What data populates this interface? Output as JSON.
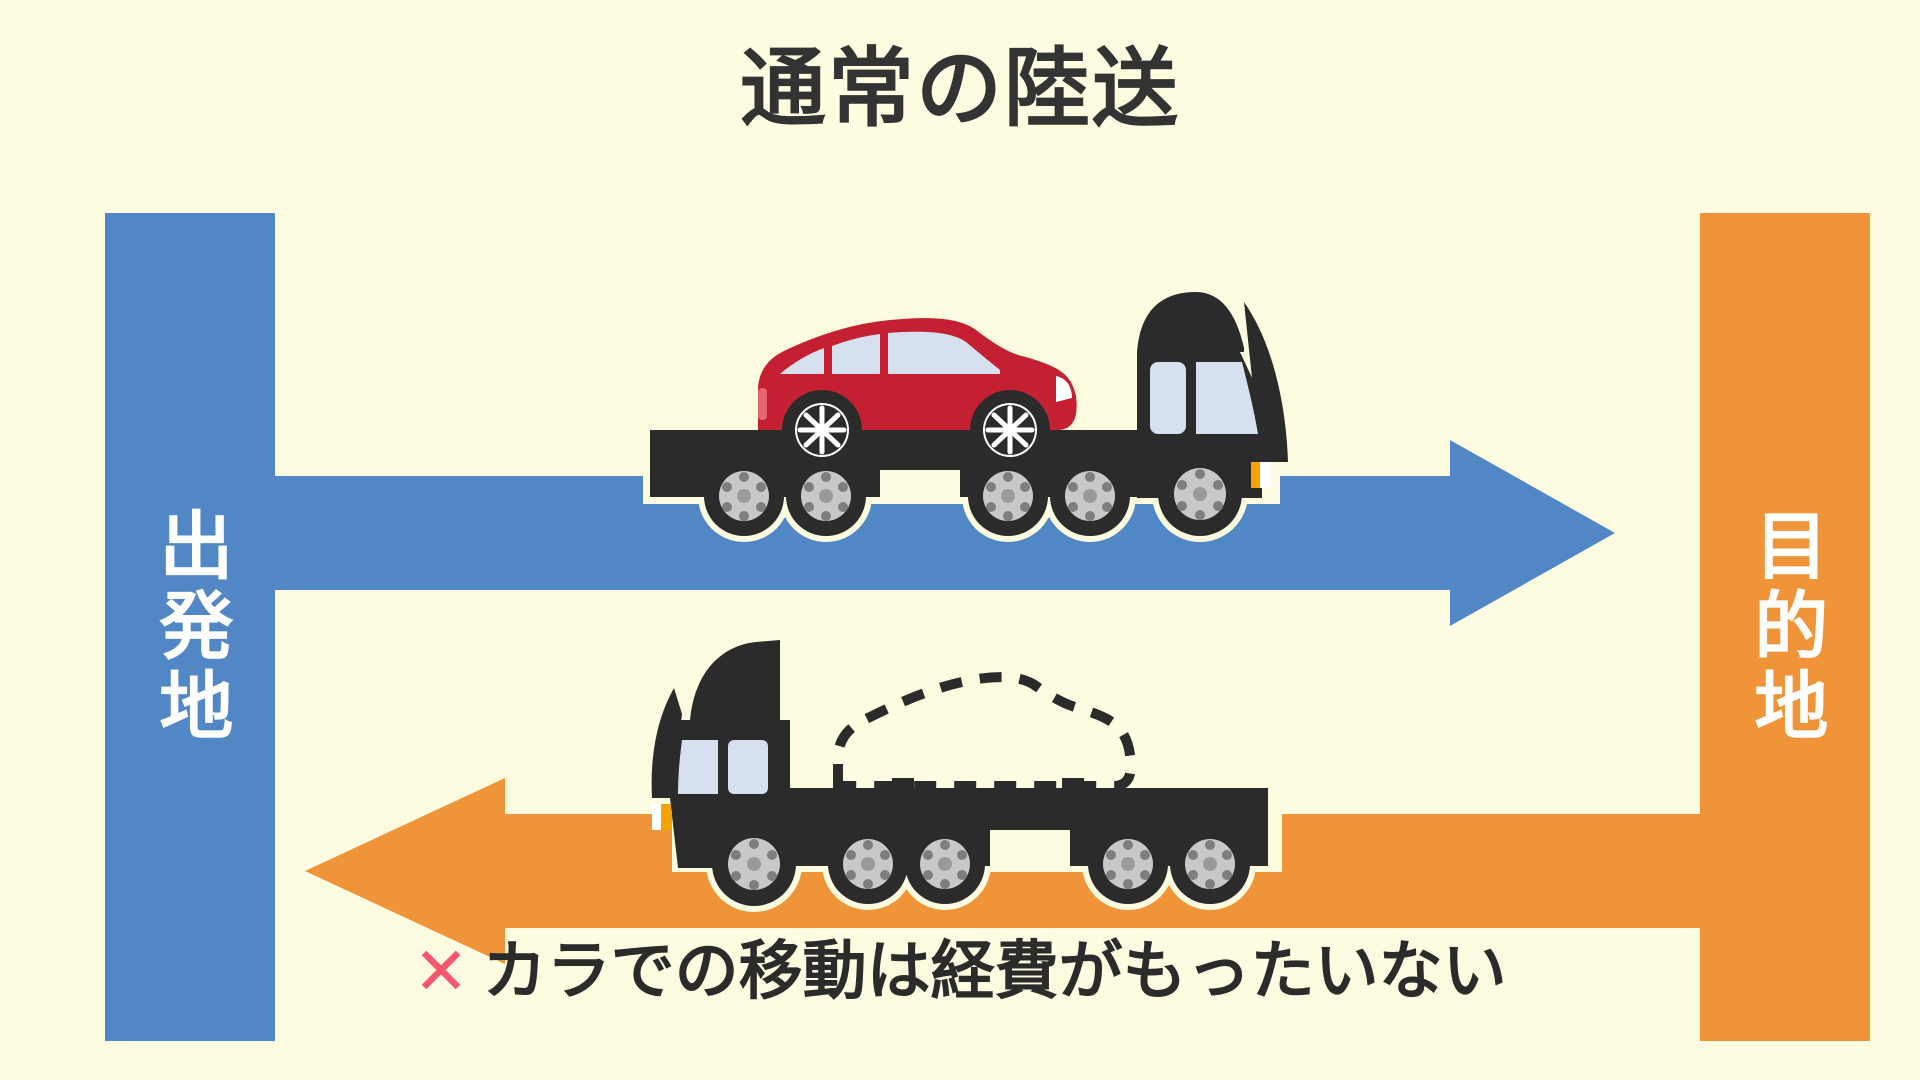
{
  "diagram": {
    "title": "通常の陸送",
    "background_color": "#FDFBE0",
    "text_color": "#333333"
  },
  "endpoints": {
    "origin": {
      "label": "出発地",
      "color": "#5287C6",
      "text_color": "#FFFFFF"
    },
    "destination": {
      "label": "目的地",
      "color": "#EF9438",
      "text_color": "#FFFFFF"
    }
  },
  "flows": [
    {
      "name": "outbound",
      "direction": "right",
      "color": "#5287C6",
      "cargo": "loaded-car",
      "cargo_color": "#C42032"
    },
    {
      "name": "return",
      "direction": "left",
      "color": "#EF9438",
      "cargo": "empty-dashed-car-outline",
      "cargo_color": "#2B2B2B"
    }
  ],
  "vehicles": {
    "body_color": "#2B2B2B",
    "window_color": "#D6E0EF",
    "wheel_outline_color": "#FDFBE0",
    "hub_color": "#C8C8C8",
    "marker_light_color": "#F5A300"
  },
  "caption": {
    "mark": "✕",
    "mark_color": "#F9566F",
    "text": "カラでの移動は経費がもったいない"
  }
}
